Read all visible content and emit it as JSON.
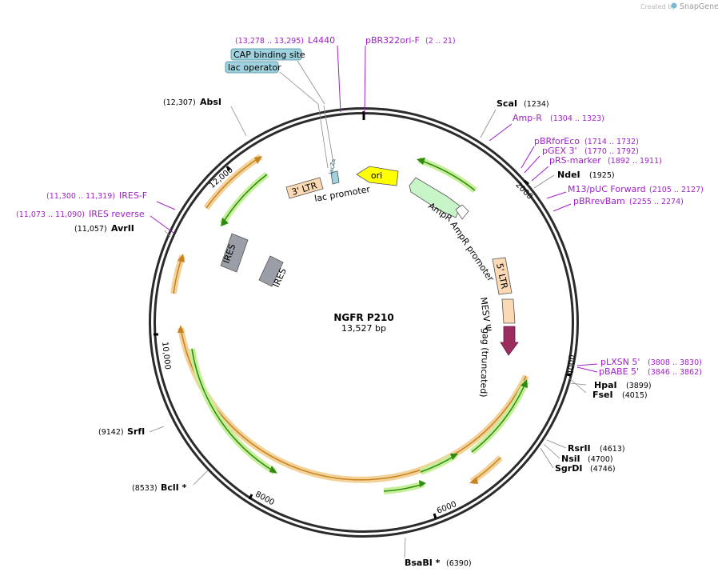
{
  "header": {
    "created_by": "Created by",
    "brand": "SnapGene"
  },
  "plasmid": {
    "name": "NGFR P210",
    "length_label": "13,527 bp"
  },
  "ticks": [
    "2000",
    "4000",
    "6000",
    "8000",
    "10,000",
    "12,000"
  ],
  "restriction_sites": [
    {
      "name": "ScaI",
      "pos": "(1234)"
    },
    {
      "name": "NdeI",
      "pos": "(1925)"
    },
    {
      "name": "HpaI",
      "pos": "(3899)"
    },
    {
      "name": "FseI",
      "pos": "(4015)"
    },
    {
      "name": "RsrII",
      "pos": "(4613)"
    },
    {
      "name": "NsiI",
      "pos": "(4700)"
    },
    {
      "name": "SgrDI",
      "pos": "(4746)"
    },
    {
      "name": "BsaBI *",
      "pos": "(6390)"
    },
    {
      "name": "BclI *",
      "pos": "(8533)"
    },
    {
      "name": "SrfI",
      "pos": "(9142)"
    },
    {
      "name": "AvrII",
      "pos": "(11,057)"
    },
    {
      "name": "AbsI",
      "pos": "(12,307)"
    }
  ],
  "primers": [
    {
      "name": "pBR322ori-F",
      "range": "(2 .. 21)"
    },
    {
      "name": "L4440",
      "range": "(13,278 .. 13,295)"
    },
    {
      "name": "Amp-R",
      "range": "(1304 .. 1323)"
    },
    {
      "name": "pBRforEco",
      "range": "(1714 .. 1732)"
    },
    {
      "name": "pGEX 3'",
      "range": "(1770 .. 1792)"
    },
    {
      "name": "pRS-marker",
      "range": "(1892 .. 1911)"
    },
    {
      "name": "M13/pUC Forward",
      "range": "(2105 .. 2127)"
    },
    {
      "name": "pBRrevBam",
      "range": "(2255 .. 2274)"
    },
    {
      "name": "pLXSN 5'",
      "range": "(3808 .. 3830)"
    },
    {
      "name": "pBABE 5'",
      "range": "(3846 .. 3862)"
    },
    {
      "name": "IRES-F",
      "range": "(11,300 .. 11,319)"
    },
    {
      "name": "IRES reverse",
      "range": "(11,073 .. 11,090)"
    }
  ],
  "boxed_features": [
    "CAP binding site",
    "lac operator"
  ],
  "features": {
    "ori": "ori",
    "ampr": "AmpR",
    "ampr_promoter": "AmpR promoter",
    "ltr5": "5' LTR",
    "mesv": "MESV Ψ",
    "gag": "gag (truncated)",
    "ltr3": "3' LTR",
    "lac_promoter": "lac promoter",
    "ires1": "IRES",
    "ires2": "IRES",
    "lacz": "lacZα"
  },
  "colors": {
    "backbone": "#2b2b2b",
    "primer": "#a020c8",
    "orf_outer": "#f3d29a",
    "orf_line": "#c8821e",
    "green_outer": "#c6ef9a",
    "green_line": "#2e8a10",
    "ori": "#ffff00",
    "ampr": "#c8f5c8",
    "ltr": "#fbd9b4",
    "gag": "#9b2c5e",
    "ires": "#9a9ea6",
    "boxed_fill": "#9fd2de"
  }
}
